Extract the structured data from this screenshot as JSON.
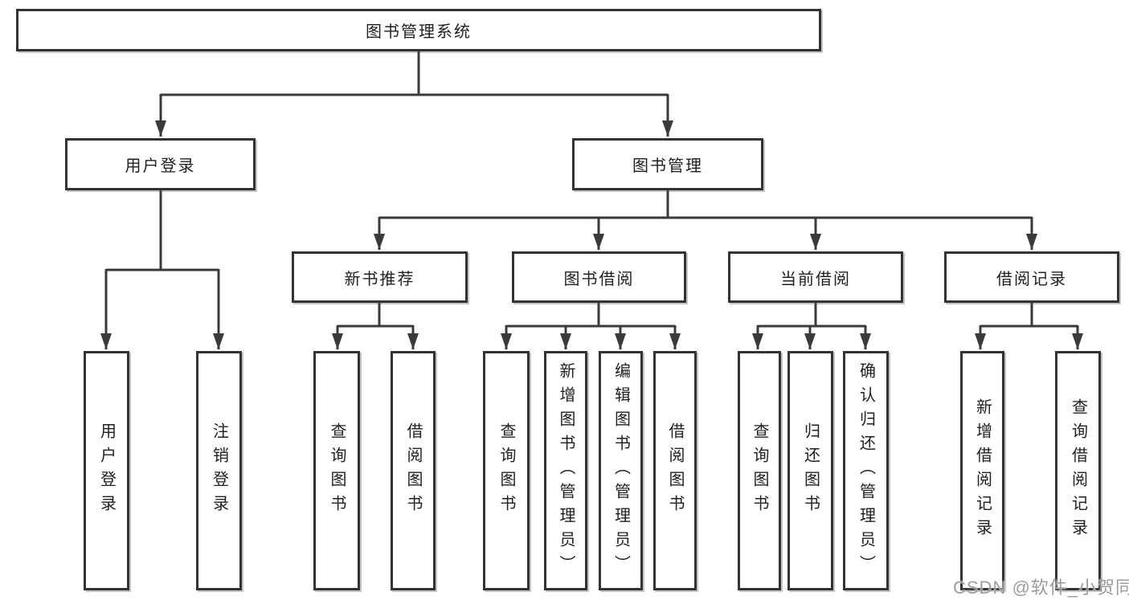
{
  "diagram": {
    "nodes": {
      "root": {
        "label": "图书管理系统"
      },
      "user_login": {
        "label": "用户登录"
      },
      "book_mgmt": {
        "label": "图书管理"
      },
      "user_login_leaf": {
        "label": "用户登录"
      },
      "logout_leaf": {
        "label": "注销登录"
      },
      "new_book_rec": {
        "label": "新书推荐"
      },
      "book_borrow": {
        "label": "图书借阅"
      },
      "current_borrow": {
        "label": "当前借阅"
      },
      "borrow_records": {
        "label": "借阅记录"
      },
      "rec_query_books": {
        "label": "查询图书"
      },
      "rec_borrow_books": {
        "label": "借阅图书"
      },
      "bb_query_books": {
        "label": "查询图书"
      },
      "bb_add_books": {
        "label": "新增图书（管理员）"
      },
      "bb_edit_books": {
        "label": "编辑图书（管理员）"
      },
      "bb_borrow_books": {
        "label": "借阅图书"
      },
      "cb_query_books": {
        "label": "查询图书"
      },
      "cb_return_books": {
        "label": "归还图书"
      },
      "cb_confirm_return": {
        "label": "确认归还（管理员）"
      },
      "br_add_record": {
        "label": "新增借阅记录"
      },
      "br_query_record": {
        "label": "查询借阅记录"
      }
    },
    "watermark": "CSDN @软件_小贺同学",
    "colors": {
      "line": "#3a3a3a",
      "border": "#333333",
      "text": "#1f1f1f",
      "bg": "#ffffff",
      "watermark": "#9c9c9c"
    }
  }
}
